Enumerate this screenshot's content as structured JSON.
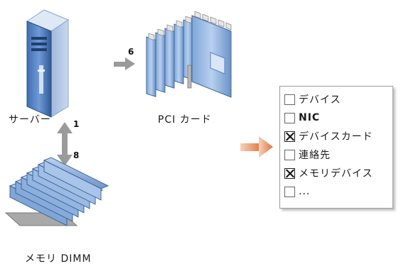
{
  "labels": {
    "server": "サーバー",
    "pci_card": "PCI カード",
    "memory": "メモリ DIMM"
  },
  "numbers": {
    "server": "1",
    "pci": "6",
    "memory": "8"
  },
  "checklist": [
    {
      "text": "デバイス",
      "checked": false
    },
    {
      "text": "NIC",
      "checked": false
    },
    {
      "text": "デバイスカード",
      "checked": true
    },
    {
      "text": "連絡先",
      "checked": false
    },
    {
      "text": "メモリデバイス",
      "checked": true
    },
    {
      "text": "...",
      "checked": false
    }
  ],
  "colors": {
    "connector_arrow": "#9a9a9a",
    "flow_arrow": "#e0743a",
    "device_blue": "#7fa6d6"
  }
}
